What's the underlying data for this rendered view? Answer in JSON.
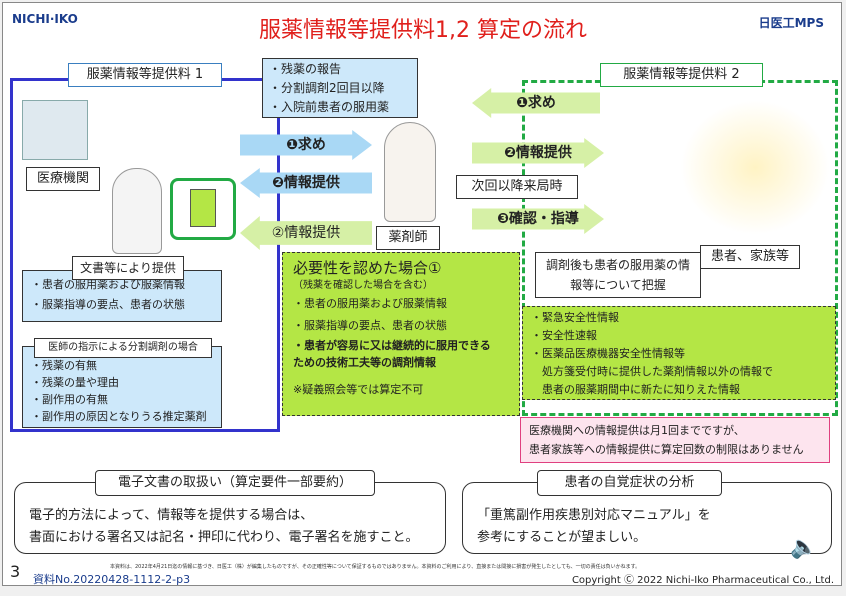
{
  "header": {
    "logo": "NICHI·IKO",
    "title": "服薬情報等提供料1,2 算定の流れ",
    "brand": "日医工MPS"
  },
  "fee1": {
    "label": "服薬情報等提供料 1",
    "hospital": "医療機関",
    "provide_label": "文書等により提供",
    "items": [
      "・患者の服用薬および服薬情報",
      "・服薬指導の要点、患者の状態"
    ],
    "split_label": "医師の指示による分割調剤の場合",
    "split_items": [
      "・残薬の有無",
      "・残薬の量や理由",
      "・副作用の有無",
      "・副作用の原因となりうる推定薬剤"
    ]
  },
  "callout": [
    "・残薬の報告",
    "・分割調剤2回目以降",
    "・入院前患者の服用薬"
  ],
  "arrows": {
    "request": "❶求め",
    "provide": "❷情報提供",
    "provide2": "②情報提供",
    "r_request": "❶求め",
    "r_provide": "❷情報提供",
    "next_visit": "次回以降来局時",
    "confirm": "❸確認・指導"
  },
  "pharmacist": "薬剤師",
  "need": {
    "title": "必要性を認めた場合①",
    "sub": "（残薬を確認した場合を含む）",
    "items": [
      "・患者の服用薬および服薬情報",
      "・服薬指導の要点、患者の状態"
    ],
    "bold": "・患者が容易に又は継続的に服用できる　ための技術工夫等の調剤情報",
    "note": "※疑義照会等では算定不可"
  },
  "fee2": {
    "label": "服薬情報等提供料 2",
    "patient": "患者、家族等",
    "grasp": "調剤後も患者の服用薬の情報等について把握",
    "items": [
      "・緊急安全性情報",
      "・安全性速報",
      "・医薬品医療機器安全性情報等",
      "　処方箋受付時に提供した薬剤情報以外の情報で",
      "　患者の服薬期間中に新たに知りえた情報"
    ],
    "pink": [
      "医療機関への情報提供は月1回までですが、",
      "患者家族等への情報提供に算定回数の制限はありません"
    ]
  },
  "bottom_left": {
    "title": "電子文書の取扱い（算定要件一部要約）",
    "text": [
      "電子的方法によって、情報等を提供する場合は、",
      "書面における署名又は記名・押印に代わり、電子署名を施すこと。"
    ]
  },
  "bottom_right": {
    "title": "患者の自覚症状の分析",
    "text": [
      "「重篤副作用疾患別対応マニュアル」を",
      "参考にすることが望ましい。"
    ]
  },
  "footer": {
    "page": "3",
    "disclaimer": "本資料は、2022年4月21日迄の情報に基づき、日医工（株）が編集したものですが、その正確性等について保証するものではありません。本資料のご利用により、直接または間接に損害が発生したとしても、一切の責任は負いかねます。",
    "doc_no": "資料No.20220428-1112-2-p3",
    "copyright": "Copyright Ⓒ 2022 Nichi-Iko Pharmaceutical Co., Ltd."
  }
}
